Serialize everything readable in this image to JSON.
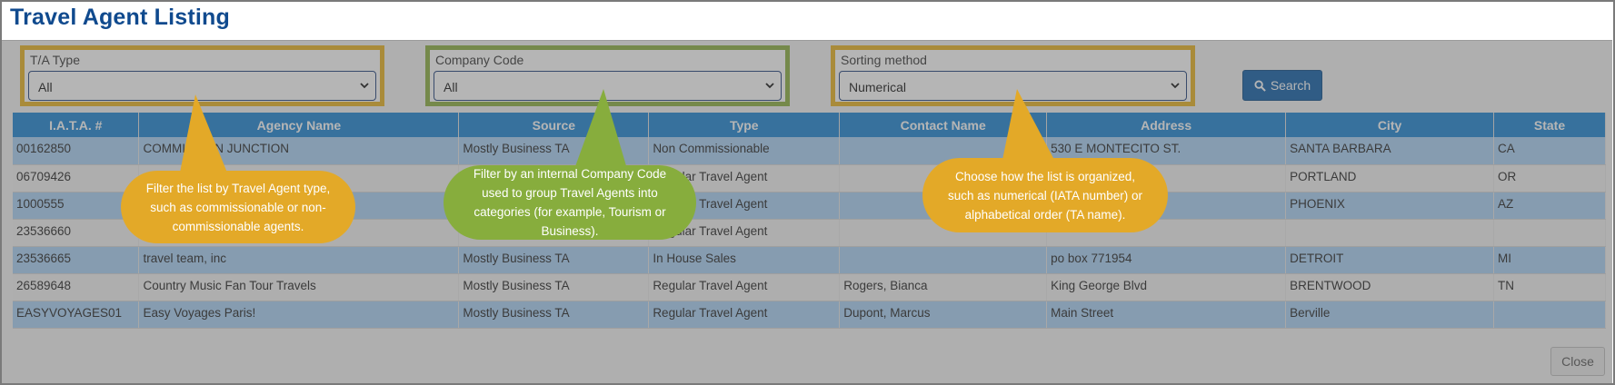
{
  "window": {
    "title": "Travel Agent Listing"
  },
  "filters": {
    "ta_type": {
      "label": "T/A Type",
      "value": "All"
    },
    "company_code": {
      "label": "Company Code",
      "value": "All"
    },
    "sorting_method": {
      "label": "Sorting method",
      "value": "Numerical"
    }
  },
  "search": {
    "label": "Search",
    "icon": "search-icon"
  },
  "close": {
    "label": "Close"
  },
  "table": {
    "headers": [
      "I.A.T.A. #",
      "Agency Name",
      "Source",
      "Type",
      "Contact Name",
      "Address",
      "City",
      "State"
    ],
    "rows": [
      [
        "00162850",
        "COMMISSION JUNCTION",
        "Mostly Business TA",
        "Non Commissionable",
        "",
        "530 E MONTECITO ST.",
        "SANTA BARBARA",
        "CA"
      ],
      [
        "06709426",
        "",
        "",
        "Regular Travel Agent",
        "",
        "",
        "PORTLAND",
        "OR"
      ],
      [
        "1000555",
        "",
        "",
        "Regular Travel Agent",
        "",
        "",
        "PHOENIX",
        "AZ"
      ],
      [
        "23536660",
        "",
        "",
        "Regular Travel Agent",
        "",
        "",
        "",
        ""
      ],
      [
        "23536665",
        "travel team, inc",
        "Mostly Business TA",
        "In House Sales",
        "",
        "po box 771954",
        "DETROIT",
        "MI"
      ],
      [
        "26589648",
        "Country Music Fan Tour Travels",
        "Mostly Business TA",
        "Regular Travel Agent",
        "Rogers, Bianca",
        "King George Blvd",
        "BRENTWOOD",
        "TN"
      ],
      [
        "EASYVOYAGES01",
        "Easy Voyages Paris!",
        "Mostly Business TA",
        "Regular Travel Agent",
        "Dupont, Marcus",
        "Main Street",
        "Berville",
        ""
      ]
    ]
  },
  "callouts": {
    "ta_type": "Filter the list by Travel Agent type, such as commissionable or non-commissionable agents.",
    "company_code": "Filter by an internal Company Code used to group Travel Agents into categories (for example, Tourism or Business).",
    "sorting_method": "Choose how the list is organized, such as numerical (IATA number) or alphabetical order (TA name)."
  },
  "colors": {
    "header_blue": "#1a84d4",
    "title_blue": "#104a8e",
    "callout_yellow": "#e3a928",
    "callout_green": "#87ad3d"
  }
}
